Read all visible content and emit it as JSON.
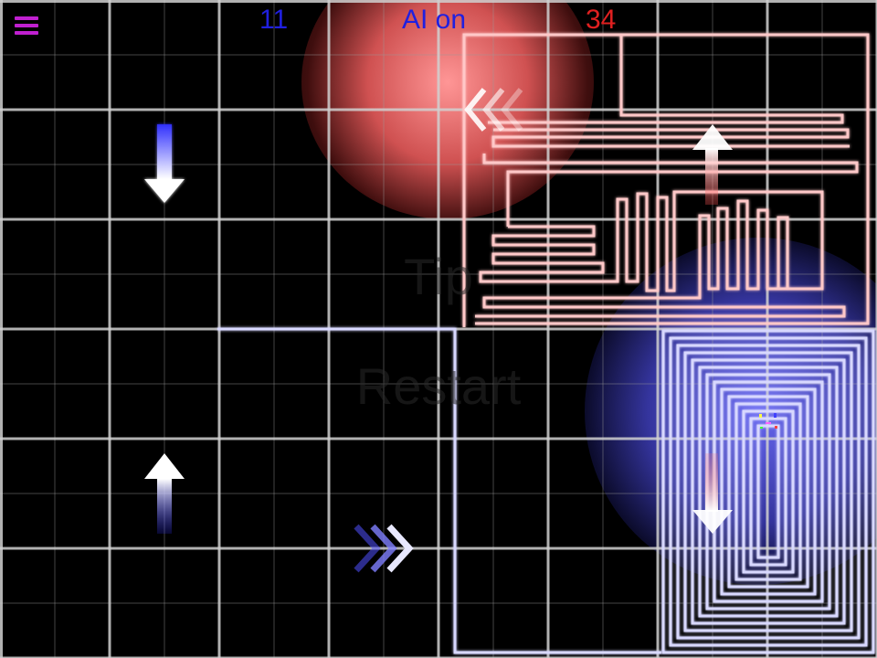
{
  "hud": {
    "blue_score": "11",
    "ai_toggle_label": "AI on",
    "red_score": "34"
  },
  "overlay": {
    "tip_label": "Tip",
    "restart_label": "Restart"
  },
  "colors": {
    "background": "#000000",
    "grid": "#cfcfcf",
    "menu": "#c020d0",
    "blue_player": "#2020e0",
    "red_player": "#e02020",
    "blue_trail": "#d8d8ff",
    "red_trail": "#ffc8c8"
  },
  "icons": {
    "menu": "hamburger-icon",
    "boost_down": "arrow-down-icon",
    "boost_up": "arrow-up-icon",
    "speed_left": "triple-chevron-left-icon",
    "speed_right": "triple-chevron-right-icon"
  }
}
